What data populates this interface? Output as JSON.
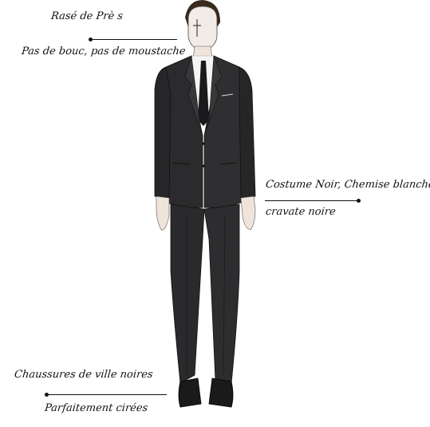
{
  "annotations": {
    "head_line1": "Rasé de Prè s",
    "head_line2": "Pas de bouc, pas de moustache",
    "suit_line1": "Costume Noir, Chemise blanche,",
    "suit_line2": "cravate noire",
    "shoes_line1": "Chaussures de ville noires",
    "shoes_line2": "Parfaitement cirées"
  },
  "colors": {
    "suit": "#2b2b2d",
    "skin": "#efe4dc",
    "hair": "#3a2a1c",
    "shirt": "#f4f4f4",
    "ink": "#111111"
  }
}
